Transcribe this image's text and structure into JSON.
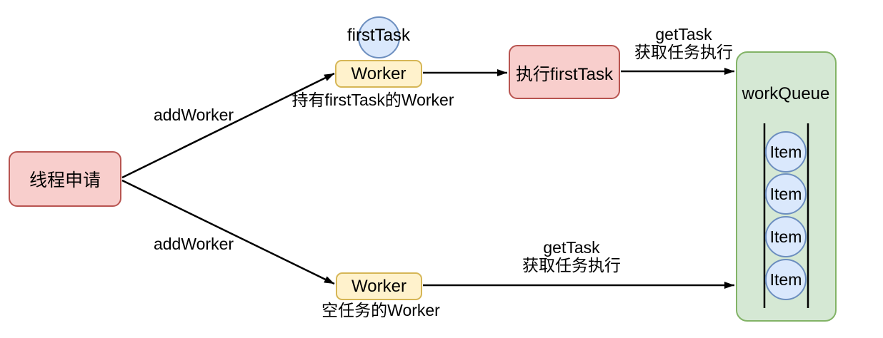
{
  "diagram": {
    "left_node": {
      "label": "线程申请"
    },
    "top_branch": {
      "add_worker_edge": "addWorker",
      "first_task_circle": "firstTask",
      "worker_box": "Worker",
      "worker_caption": "持有firstTask的Worker",
      "exec_box": "执行firstTask",
      "get_task_edge": {
        "line1": "getTask",
        "line2": "获取任务执行"
      }
    },
    "bottom_branch": {
      "add_worker_edge": "addWorker",
      "worker_box": "Worker",
      "worker_caption": "空任务的Worker",
      "get_task_edge": {
        "line1": "getTask",
        "line2": "获取任务执行"
      }
    },
    "queue": {
      "title": "workQueue",
      "items": [
        "Item",
        "Item",
        "Item",
        "Item"
      ]
    },
    "colors": {
      "red_fill": "#f8cecc",
      "red_stroke": "#b85450",
      "yellow_fill": "#fff2cc",
      "yellow_stroke": "#d6b656",
      "blue_fill": "#dae8fc",
      "blue_stroke": "#6c8ebf",
      "green_fill": "#d5e8d4",
      "green_stroke": "#82b366",
      "line": "#000000"
    }
  }
}
